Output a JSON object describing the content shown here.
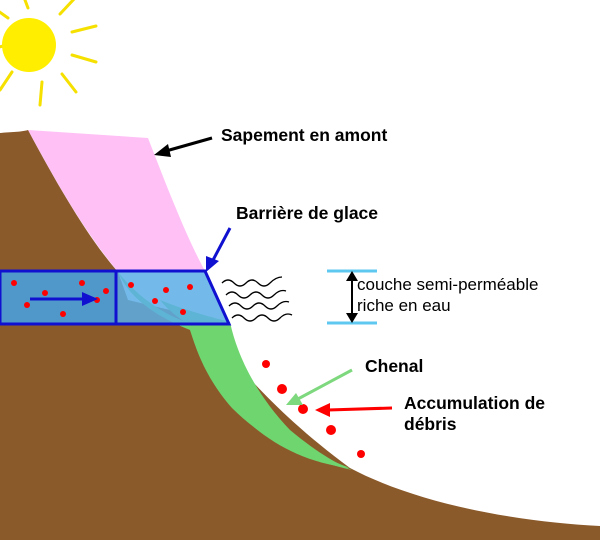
{
  "labels": {
    "sapement": "Sapement en amont",
    "barriere": "Barrière de glace",
    "couche_line1": "couche semi-perméable",
    "couche_line2": "riche en eau",
    "chenal": "Chenal",
    "accumulation_line1": "Accumulation de",
    "accumulation_line2": "débris"
  },
  "colors": {
    "ground": "#8b5a2b",
    "snow_undercut": "#ffc0f5",
    "channel": "#6fd66f",
    "ice": "#4a9fdc",
    "ice_border": "#1010d0",
    "debris": "#ff0000",
    "sun": "#ffee00",
    "sun_rays": "#f5e000"
  },
  "icons": [
    "sun-icon",
    "wavy-lines-icon",
    "double-arrow-icon",
    "arrow-right-icon"
  ]
}
